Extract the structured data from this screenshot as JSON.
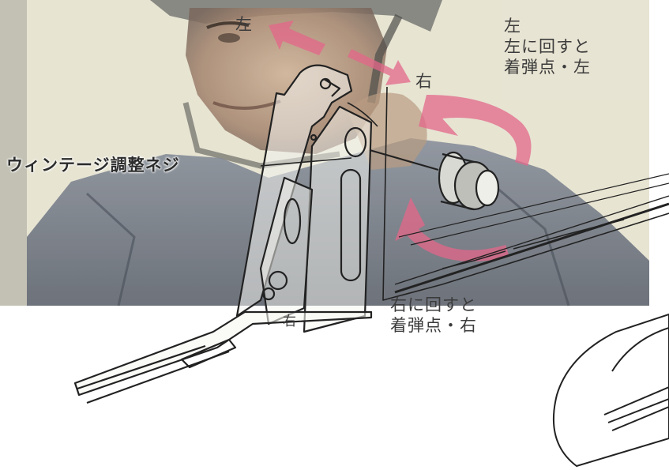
{
  "labels": {
    "top_arrow_left": "左",
    "right_arrow": "右",
    "left_turn_lines": [
      "左",
      "左に回すと",
      "着弾点・左"
    ],
    "screw_label": "ウィンテージ調整ネジ",
    "right_turn_lines": [
      "右に回すと",
      "着弾点・右"
    ],
    "knob_mark": "右"
  },
  "colors": {
    "photo_bg": "#e6e2cf",
    "arrow": "#e4678a",
    "line": "#222222",
    "photo_jacket": "#5b6370"
  }
}
